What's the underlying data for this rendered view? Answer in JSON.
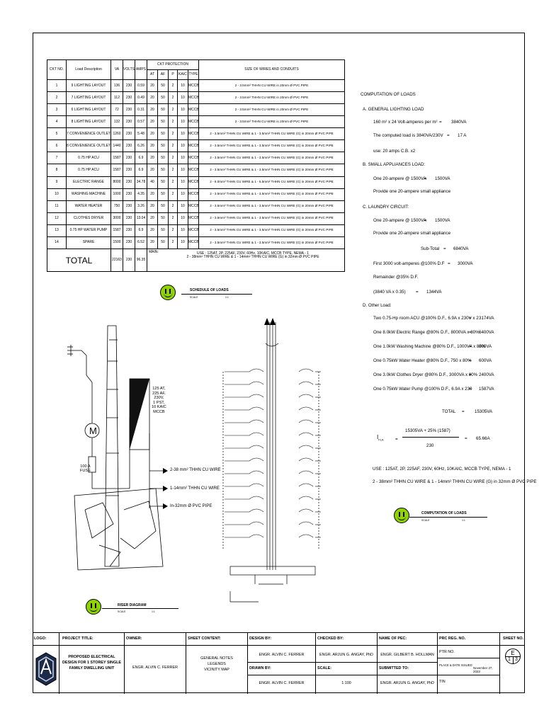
{
  "schedule": {
    "headers": {
      "ckt_no": "CKT NO.",
      "load_description": "Load Description",
      "va": "VA",
      "volts": "VOLTS",
      "amps": "AMPS",
      "ckt_protection": "CKT PROTECTION",
      "at": "AT",
      "af": "AF",
      "p": "P",
      "kaic": "KAIC",
      "type": "TYPE",
      "wires": "SIZE OF WIRES AND CONDUITS"
    },
    "rows": [
      {
        "ckt": "1",
        "desc": "9 LIGHTING LAYOUT",
        "va": "136",
        "volts": "230",
        "amps": "0.59",
        "at": "20",
        "af": "50",
        "p": "2",
        "kaic": "10",
        "type": "MCCB",
        "wire": "2 - 3.5mm² THHN CU WIRE in 20mm Ø PVC PIPE"
      },
      {
        "ckt": "2",
        "desc": "7 LIGHTING LAYOUT",
        "va": "112",
        "volts": "230",
        "amps": "0.49",
        "at": "20",
        "af": "50",
        "p": "2",
        "kaic": "10",
        "type": "MCCB",
        "wire": "2 - 3.5mm² THHN CU WIRE in 20mm Ø PVC PIPE"
      },
      {
        "ckt": "3",
        "desc": "6 LIGHTING LAYOUT",
        "va": "72",
        "volts": "230",
        "amps": "0.31",
        "at": "20",
        "af": "50",
        "p": "2",
        "kaic": "10",
        "type": "MCCB",
        "wire": "2 - 3.5mm² THHN CU WIRE in 20mm Ø PVC PIPE"
      },
      {
        "ckt": "4",
        "desc": "8 LIGHTING LAYOUT",
        "va": "132",
        "volts": "230",
        "amps": "0.57",
        "at": "20",
        "af": "50",
        "p": "2",
        "kaic": "10",
        "type": "MCCB",
        "wire": "2 - 3.5mm² THHN CU WIRE in 20mm Ø PVC PIPE"
      },
      {
        "ckt": "5",
        "desc": "7 CONVENIENCE OUTLET",
        "va": "1260",
        "volts": "230",
        "amps": "5.48",
        "at": "20",
        "af": "50",
        "p": "2",
        "kaic": "10",
        "type": "MCCB",
        "wire": "2 - 3.5mm² THHN CU WIRE & 1 - 3.5mm² THHN CU WIRE (G) in 20mm Ø PVC PIPE"
      },
      {
        "ckt": "6",
        "desc": "8 CONVENIENCE OUTLET",
        "va": "1440",
        "volts": "230",
        "amps": "6.26",
        "at": "20",
        "af": "50",
        "p": "2",
        "kaic": "10",
        "type": "MCCB",
        "wire": "2 - 3.5mm² THHN CU WIRE & 1 - 3.5mm² THHN CU WIRE (G) in 20mm Ø PVC PIPE"
      },
      {
        "ckt": "7",
        "desc": "0.75 HP ACU",
        "va": "1587",
        "volts": "230",
        "amps": "6.9",
        "at": "20",
        "af": "50",
        "p": "2",
        "kaic": "10",
        "type": "MCCB",
        "wire": "2 - 3.5mm² THHN CU WIRE & 1 - 3.5mm² THHN CU WIRE (G) in 20mm Ø PVC PIPE"
      },
      {
        "ckt": "8",
        "desc": "0.75 HP ACU",
        "va": "1587",
        "volts": "230",
        "amps": "6.9",
        "at": "20",
        "af": "50",
        "p": "2",
        "kaic": "10",
        "type": "MCCB",
        "wire": "2 - 3.5mm² THHN CU WIRE & 1 - 3.5mm² THHN CU WIRE (G) in 20mm Ø PVC PIPE"
      },
      {
        "ckt": "9",
        "desc": "ELECTRIC RANGE",
        "va": "8000",
        "volts": "230",
        "amps": "34.78",
        "at": "40",
        "af": "50",
        "p": "2",
        "kaic": "10",
        "type": "MCCB",
        "wire": "2 - 8.0mm² THHN CU WIRE & 1 - 5.5mm² THHN CU WIRE (G) in 20mm Ø PVC PIPE"
      },
      {
        "ckt": "10",
        "desc": "WASHING MACHINE",
        "va": "1000",
        "volts": "230",
        "amps": "4.35",
        "at": "20",
        "af": "50",
        "p": "2",
        "kaic": "10",
        "type": "MCCB",
        "wire": "2 - 3.5mm² THHN CU WIRE & 1 - 3.5mm² THHN CU WIRE (G) in 20mm Ø PVC PIPE"
      },
      {
        "ckt": "11",
        "desc": "WATER HEATER",
        "va": "750",
        "volts": "230",
        "amps": "3.26",
        "at": "20",
        "af": "50",
        "p": "2",
        "kaic": "10",
        "type": "MCCB",
        "wire": "2 - 3.5mm² THHN CU WIRE & 1 - 3.5mm² THHN CU WIRE (G) in 20mm Ø PVC PIPE"
      },
      {
        "ckt": "12",
        "desc": "CLOTHES DRYER",
        "va": "3000",
        "volts": "230",
        "amps": "13.04",
        "at": "20",
        "af": "50",
        "p": "2",
        "kaic": "10",
        "type": "MCCB",
        "wire": "2 - 3.5mm² THHN CU WIRE & 1 - 3.5mm² THHN CU WIRE (G) in 20mm Ø PVC PIPE"
      },
      {
        "ckt": "13",
        "desc": "0.75 HP WATER PUMP",
        "va": "1587",
        "volts": "230",
        "amps": "6.9",
        "at": "20",
        "af": "50",
        "p": "2",
        "kaic": "10",
        "type": "MCCB",
        "wire": "2 - 3.5mm² THHN CU WIRE & 1 - 3.5mm² THHN CU WIRE (G) in 20mm Ø PVC PIPE"
      },
      {
        "ckt": "14",
        "desc": "SPARE",
        "va": "1500",
        "volts": "230",
        "amps": "6.52",
        "at": "20",
        "af": "50",
        "p": "2",
        "kaic": "10",
        "type": "MCCB",
        "wire": "2 - 3.5mm² THHN CU WIRE & 1 - 3.5mm² THHN CU WIRE (G) in 20mm Ø PVC PIPE"
      }
    ],
    "total_label": "TOTAL",
    "total_va": "22163",
    "total_volts": "230",
    "total_amps": "96.35",
    "main_label": "MAIN:",
    "main_line1": "USE : 125AT, 2P, 225AF, 230V, 60Hz, 10KAIC, MCCB TYPE, NEMA - 1",
    "main_line2": "2 - 38mm² THHN CU WIRE & 1 - 14mm² THHN CU WIRE (G) in 32mm Ø PVC PIPE"
  },
  "labels": {
    "schedule_title": "SCHEDULE OF LOADS",
    "schedule_scale": "1:1",
    "riser_title": "RISER DIAGRAM",
    "riser_scale": "1:1",
    "computation_title": "COMPUTATION OF LOADS",
    "computation_scale": "1:1",
    "scale_word": "SCALE"
  },
  "riser": {
    "breaker_text": [
      "125 AT,",
      "225 AF,",
      "230V,",
      "1 PST,",
      "10 KAIC",
      "MCCB"
    ],
    "fuse_text": [
      "100 A",
      "FUSE"
    ],
    "motor": "M",
    "wire1": "2-38 mm² THHN CU WIRE",
    "wire2": "1-14mm² THHN CU WIRE",
    "wire3": "In-32mm Ø PVC PIPE"
  },
  "computation": {
    "heading": "COMPUTATION OF LOADS",
    "a_title": "A.   GENERAL LIGHTING LOAD",
    "a1_l": "160 m² x 24 Volt-amperes per m²",
    "a1_r": "3840VA",
    "a2_l": "The computed load is 3840VA/230V",
    "a2_r": "17 A",
    "a3": "use: 20 amps C.B. x2",
    "b_title": "B.   SMALL APPLIANCES LOAD:",
    "b1_l": "One 20-ampere @ 1500VA",
    "b1_r": "1500VA",
    "b2": "Provide one 20-ampere small appliance",
    "c_title": "C.   LAUNDRY CIRCUIT:",
    "c1_l": "One 20-ampere @ 1500VA",
    "c1_r": "1500VA",
    "c2": "Provide one 20-ampere small appliance",
    "subtotal_l": "Sub-Total",
    "subtotal_r": "6840VA",
    "first_l": "First 3000 volt-amperes @100% D.F",
    "first_r": "3000VA",
    "rem": "Remainder @35% D.F.",
    "rem2_l": "(3840 VA x 0.35)",
    "rem2_r": "1344VA",
    "d_title": "D.   Other Load:",
    "d_items": [
      {
        "l": "Two 0.75-Hp room ACU @100% D.F., 6.9A x 230V x 2",
        "r": "3174VA"
      },
      {
        "l": "One 8.0kW Electric Range @80% D.F., 8000VA x 80%",
        "r": "6400VA"
      },
      {
        "l": "One 1.0kW Washing Machine @80% D.F., 1000VA x 80%",
        "r": "800VA"
      },
      {
        "l": "One 0.75kW Water Heater @80% D.F., 750 x 80%",
        "r": "600VA"
      },
      {
        "l": "One 3.0kW Clothes Dryer @80% D.F., 3000VA x 80%",
        "r": "2400VA"
      },
      {
        "l": "One 0.75kW Water Pump @100% D.F., 6.9A x 230",
        "r": "1587VA"
      }
    ],
    "total_l": "TOTAL",
    "total_r": "15305VA",
    "ifl_label": "I",
    "ifl_sub": "FLA",
    "ifl_num": "15305VA + 25% (1587)",
    "ifl_den": "230",
    "ifl_result": "65.66A",
    "eq": "=",
    "use_line": "USE : 125AT, 2P, 225AF, 230V, 60Hz, 10KAIC, MCCB TYPE, NEMA - 1",
    "wire_line": "2 - 38mm² THHN CU WIRE & 1 - 14mm² THHN CU WIRE (G) in 32mm Ø PVC PIPE"
  },
  "title_block": {
    "logo_label": "LOGO:",
    "project_title_label": "PROJECT TITLE:",
    "project_title": [
      "PROPOSED ELECTRICAL",
      "DESIGN FOR 1 STOREY SINGLE",
      "FAMILY DWELLING UNIT"
    ],
    "owner_label": "OWNER:",
    "owner": "ENGR. ALVIN C. FERRER",
    "sheet_content_label": "SHEET CONTENT:",
    "sheet_content": [
      "GENERAL NOTES",
      "LEGENDS",
      "VICINITY MAP"
    ],
    "design_by_label": "DESIGN BY:",
    "design_by": "ENGR. ALVIN C. FERRER",
    "drawn_by_label": "DRAWN BY:",
    "drawn_by": "ENGR. ALVIN C. FERRER",
    "checked_by_label": "CHECKED BY:",
    "checked_by": "ENGR. ARJUN G. ANGAY, PhD",
    "scale_label": "SCALE:",
    "scale": "1:100",
    "pec_label": "NAME OF PEC:",
    "pec": "ENGR. GILBERT B. HOLLMAN",
    "submitted_label": "SUBMITTED TO:",
    "submitted": "ENGR. ARJUN G. ANGAY, PhD",
    "prc_label": "PRC REG. NO.",
    "ptr_label": "PTR NO.",
    "place_label": "PLACE & DATE ISSUED:",
    "date": "November 27, 2023",
    "tin_label": "TIN",
    "sheet_no_label": "SHEET NO.",
    "sheet_letter": "E",
    "sheet_num": "1",
    "sheet_total": "3"
  }
}
